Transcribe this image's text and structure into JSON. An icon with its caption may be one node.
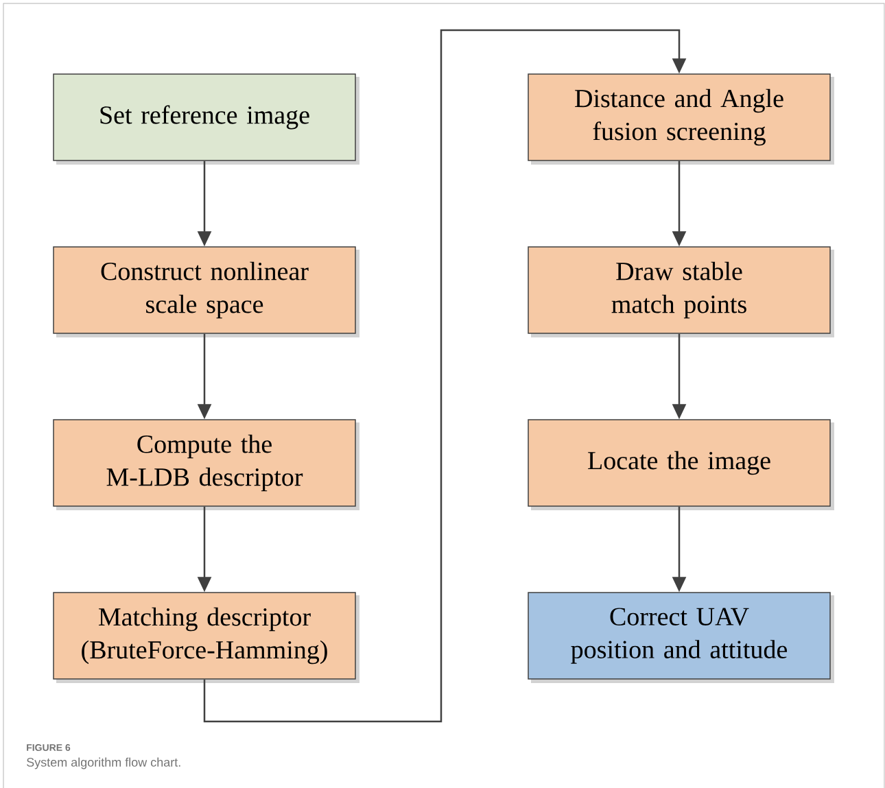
{
  "diagram": {
    "caption": "System algorithm flow chart.",
    "nodes": [
      {
        "text": [
          "Set reference image"
        ]
      },
      {
        "text": [
          "Construct nonlinear scale space"
        ]
      },
      {
        "text": [
          "Compute the M-LDB descriptor"
        ]
      },
      {
        "text": [
          "Matching descriptor (BruteForce-Hamming)"
        ]
      },
      {
        "text": [
          "Distance and Angle fusion screening"
        ]
      },
      {
        "text": [
          "Draw stable match points"
        ]
      },
      {
        "text": [
          "Locate the image"
        ]
      },
      {
        "text": [
          "Correct UAV position and attitude"
        ]
      }
    ],
    "edges": [
      {
        "from": 0,
        "to": 1,
        "arrow": "to"
      },
      {
        "from": 1,
        "to": 2,
        "arrow": "to"
      },
      {
        "from": 2,
        "to": 3,
        "arrow": "to"
      },
      {
        "from": 3,
        "to": 4,
        "arrow": "to"
      },
      {
        "from": 4,
        "to": 5,
        "arrow": "to"
      },
      {
        "from": 5,
        "to": 6,
        "arrow": "to"
      },
      {
        "from": 6,
        "to": 7,
        "arrow": "to"
      }
    ],
    "labels": [
      "FIGURE 6"
    ]
  }
}
